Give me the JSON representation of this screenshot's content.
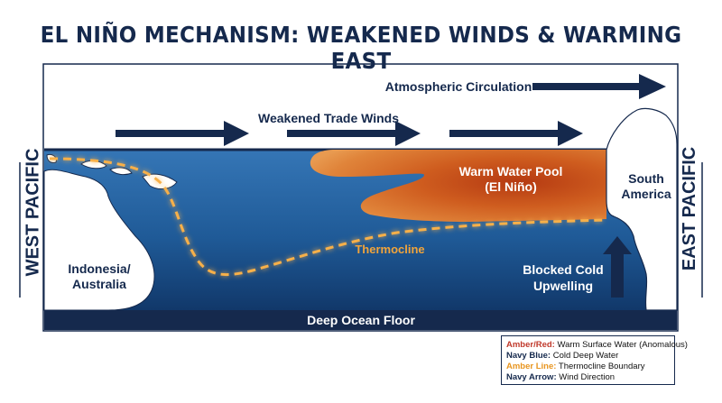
{
  "title": "EL NIÑO MECHANISM: WEAKENED WINDS & WARMING EAST",
  "labels": {
    "west_pacific": "WEST PACIFIC",
    "east_pacific": "EAST PACIFIC",
    "atmospheric_circulation": "Atmospheric Circulation",
    "weakened_trade_winds": "Weakened Trade Winds",
    "warm_pool_line1": "Warm Water Pool",
    "warm_pool_line2": "(El Niño)",
    "south_america_line1": "South",
    "south_america_line2": "America",
    "indonesia_line1": "Indonesia/",
    "indonesia_line2": "Australia",
    "thermocline": "Thermocline",
    "upwelling_line1": "Blocked Cold",
    "upwelling_line2": "Upwelling",
    "ocean_floor": "Deep Ocean Floor"
  },
  "legend": [
    {
      "key": "Amber/Red:",
      "text": "Warm Surface Water (Anomalous)",
      "color": "#c0392b"
    },
    {
      "key": "Navy Blue:",
      "text": "Cold Deep Water",
      "color": "#15294d"
    },
    {
      "key": "Amber Line:",
      "text": "Thermocline Boundary",
      "color": "#e8951f"
    },
    {
      "key": "Navy Arrow:",
      "text": "Wind Direction",
      "color": "#15294d"
    }
  ],
  "icons": {
    "wind_arrow": "right-arrow",
    "upwelling_arrow": "up-arrow"
  },
  "colors": {
    "navy": "#15294d",
    "ocean_top": "#2f6fb0",
    "ocean_bottom": "#123d6e",
    "warm_pool": "#c9541c",
    "thermocline": "#f2a43a"
  }
}
